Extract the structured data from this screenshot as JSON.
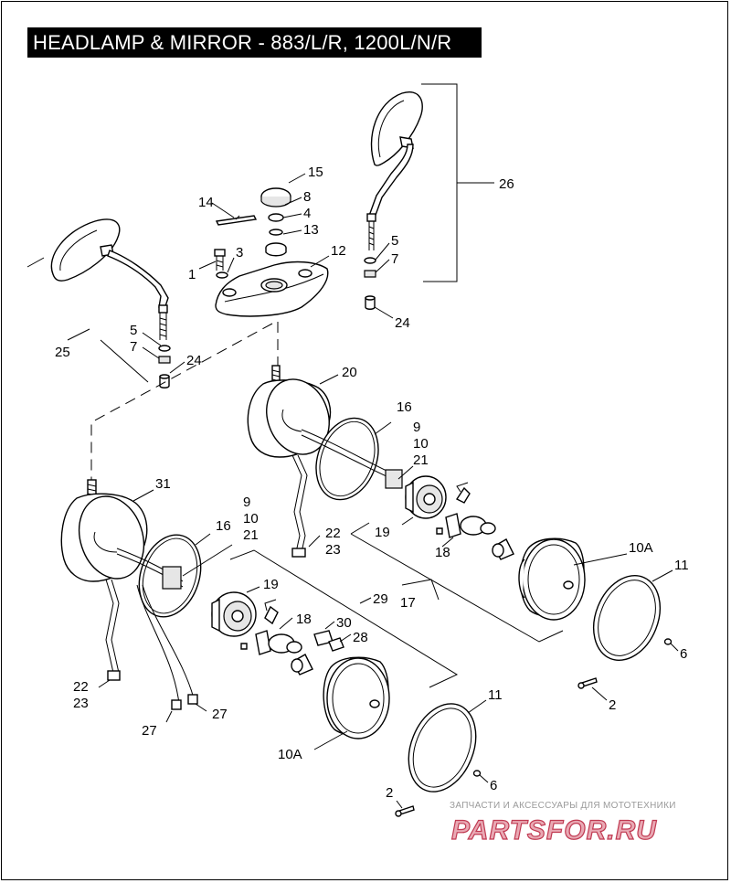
{
  "title": "HEADLAMP & MIRROR - 883/L/R, 1200L/N/R",
  "callouts": {
    "c1": "1",
    "c3": "3",
    "c14": "14",
    "c15": "15",
    "c8": "8",
    "c4": "4",
    "c13": "13",
    "c12": "12",
    "c26": "26",
    "c5_right": "5",
    "c7_right": "7",
    "c24_right": "24",
    "c25": "25",
    "c5_left": "5",
    "c7_left": "7",
    "c24_left": "24",
    "c20": "20",
    "c16_upper": "16",
    "c9_upper": "9",
    "c10_upper": "10",
    "c21_upper": "21",
    "c22_upper": "22",
    "c23_upper": "23",
    "c19_upper": "19",
    "c18_upper": "18",
    "c10a_upper": "10A",
    "c11_upper": "11",
    "c6_upper": "6",
    "c17": "17",
    "c2_upper": "2",
    "c31": "31",
    "c16_lower": "16",
    "c9_lower": "9",
    "c10_lower": "10",
    "c21_lower": "21",
    "c29": "29",
    "c19_lower": "19",
    "c18_lower": "18",
    "c30": "30",
    "c28": "28",
    "c22_lower": "22",
    "c23_lower": "23",
    "c27_left": "27",
    "c27_right": "27",
    "c11_lower": "11",
    "c10a_lower": "10A",
    "c6_lower": "6",
    "c2_lower": "2"
  },
  "watermark": {
    "subtitle": "ЗАПЧАСТИ И АКСЕССУАРЫ ДЛЯ МОТОТЕХНИКИ",
    "brand": "PARTSFOR.RU"
  },
  "colors": {
    "title_bg": "#000000",
    "title_fg": "#ffffff",
    "watermark": "#e9a9b4"
  }
}
